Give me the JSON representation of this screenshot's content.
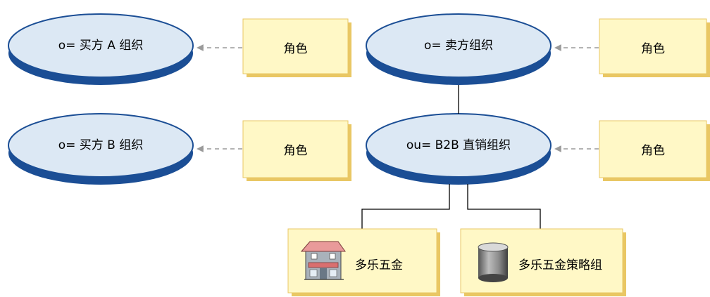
{
  "org_nodes": {
    "buyer_a": "o= 买方 A 组织",
    "buyer_b": "o= 买方 B 组织",
    "seller": "o= 卖方组织",
    "b2b": "ou= B2B 直销组织"
  },
  "role_notes": {
    "buyer_a_role": "角色",
    "buyer_b_role": "角色",
    "seller_role": "角色",
    "b2b_role": "角色"
  },
  "leaf_nodes": {
    "store": {
      "label": "多乐五金",
      "icon": "store-icon"
    },
    "policy_group": {
      "label": "多乐五金策略组",
      "icon": "database-cylinder-icon"
    }
  },
  "colors": {
    "ellipse_fill": "#dce8f4",
    "ellipse_shadow": "#1b4e95",
    "note_fill": "#fff8c6",
    "note_shadow": "#e9c764",
    "connector": "#9a9a9a",
    "tree_line": "#000000"
  }
}
